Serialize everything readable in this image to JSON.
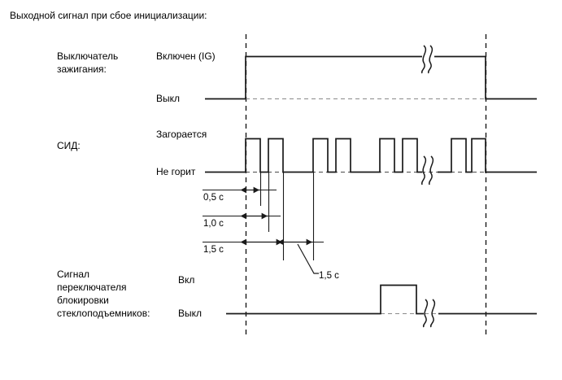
{
  "title": "Выходной сигнал при сбое инициализации:",
  "signals": [
    {
      "key": "ignition",
      "group_label_lines": [
        "Выключатель",
        "зажигания:"
      ],
      "state_high": "Включен (IG)",
      "state_low": "Выкл"
    },
    {
      "key": "led",
      "group_label_lines": [
        "СИД:"
      ],
      "state_high": "Загорается",
      "state_low": "Не горит"
    },
    {
      "key": "window_lock_switch",
      "group_label_lines": [
        "Сигнал",
        "переключателя",
        "блокировки",
        "стеклоподъемников:"
      ],
      "state_high": "Вкл",
      "state_low": "Выкл"
    }
  ],
  "measurements": [
    {
      "key": "m05",
      "label": "0,5 с"
    },
    {
      "key": "m10",
      "label": "1,0 с"
    },
    {
      "key": "m15",
      "label": "1,5 с"
    }
  ],
  "leader_label": "1,5 с",
  "colors": {
    "line": "#1a1a1a",
    "guide": "#555555",
    "background": "#ffffff"
  },
  "chart_data": {
    "type": "line",
    "title": "Выходной сигнал при сбое инициализации:",
    "xlabel": "",
    "ylabel": "",
    "x_axis": {
      "units": "с",
      "break_marks": [
        525
      ]
    },
    "markers": {
      "ignition_on_line_x": 302,
      "ignition_off_line_x": 597
    },
    "series": [
      {
        "name": "Выключатель зажигания:",
        "states": [
          "Выкл",
          "Включен (IG)"
        ],
        "transitions": [
          {
            "x": 302,
            "to": "Включен (IG)"
          },
          {
            "x": 597,
            "to": "Выкл"
          }
        ]
      },
      {
        "name": "СИД:",
        "states": [
          "Не горит",
          "Загорается"
        ],
        "pulses": [
          {
            "start": 302,
            "end": 320
          },
          {
            "start": 330,
            "end": 348
          },
          {
            "start": 385,
            "end": 403
          },
          {
            "start": 413,
            "end": 431
          },
          {
            "start": 467,
            "end": 485
          },
          {
            "start": 495,
            "end": 513
          },
          {
            "start": 555,
            "end": 573
          },
          {
            "start": 580,
            "end": 597
          }
        ]
      },
      {
        "name": "Сигнал переключателя блокировки стеклоподъемников:",
        "states": [
          "Выкл",
          "Вкл"
        ],
        "pulses": [
          {
            "start": 468,
            "end": 512
          }
        ]
      }
    ],
    "annotations": [
      {
        "label": "0,5 с",
        "from_x": 302,
        "to_x": 320,
        "meaning": "LED first pulse width"
      },
      {
        "label": "1,0 с",
        "from_x": 302,
        "to_x": 330,
        "meaning": "LED pulse period start to second pulse rise"
      },
      {
        "label": "1,5 с",
        "from_x": 302,
        "to_x": 348,
        "meaning": "End of second LED pulse"
      },
      {
        "label": "1,5 с",
        "from_x": 348,
        "to_x": 385,
        "meaning": "Gap before next LED pulse group"
      }
    ]
  }
}
